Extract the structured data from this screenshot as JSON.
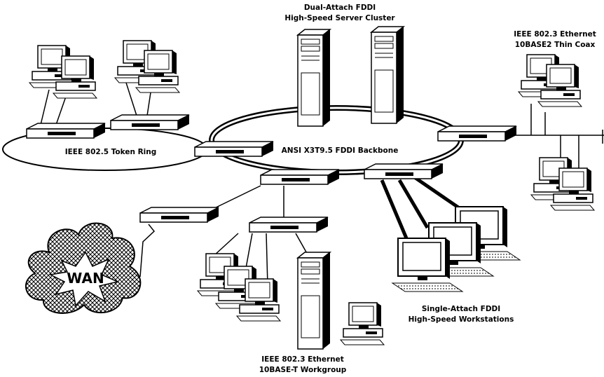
{
  "labels": {
    "server_cluster_line1": "Dual-Attach FDDI",
    "server_cluster_line2": "High-Speed Server Cluster",
    "thin_coax_line1": "IEEE 802.3 Ethernet",
    "thin_coax_line2": "10BASE2 Thin Coax",
    "token_ring": "IEEE 802.5 Token Ring",
    "fddi_backbone": "ANSI X3T9.5 FDDI Backbone",
    "workstations_line1": "Single-Attach FDDI",
    "workstations_line2": "High-Speed Workstations",
    "workgroup_line1": "IEEE 802.3 Ethernet",
    "workgroup_line2": "10BASE-T Workgroup",
    "wan": "WAN"
  },
  "colors": {
    "ink": "#000000",
    "paper": "#ffffff"
  },
  "icons": [
    "pc-workstation-icon",
    "tower-server-icon",
    "network-concentrator-icon",
    "wan-cloud-icon"
  ]
}
